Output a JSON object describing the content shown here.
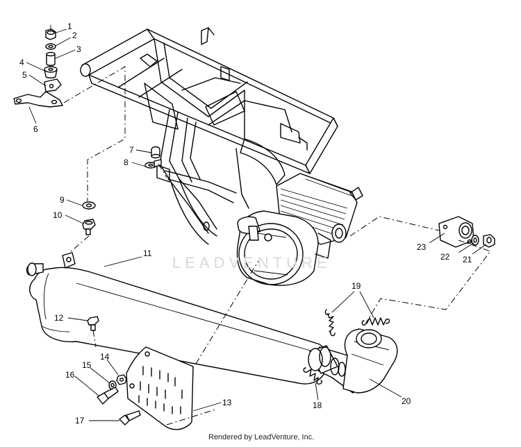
{
  "diagram": {
    "callouts": [
      "1",
      "2",
      "3",
      "4",
      "5",
      "6",
      "7",
      "8",
      "9",
      "10",
      "11",
      "12",
      "13",
      "14",
      "15",
      "16",
      "17",
      "18",
      "19",
      "20",
      "21",
      "22",
      "23"
    ],
    "watermark": "LEADVENTURE",
    "footer": "Rendered by LeadVenture, Inc."
  }
}
